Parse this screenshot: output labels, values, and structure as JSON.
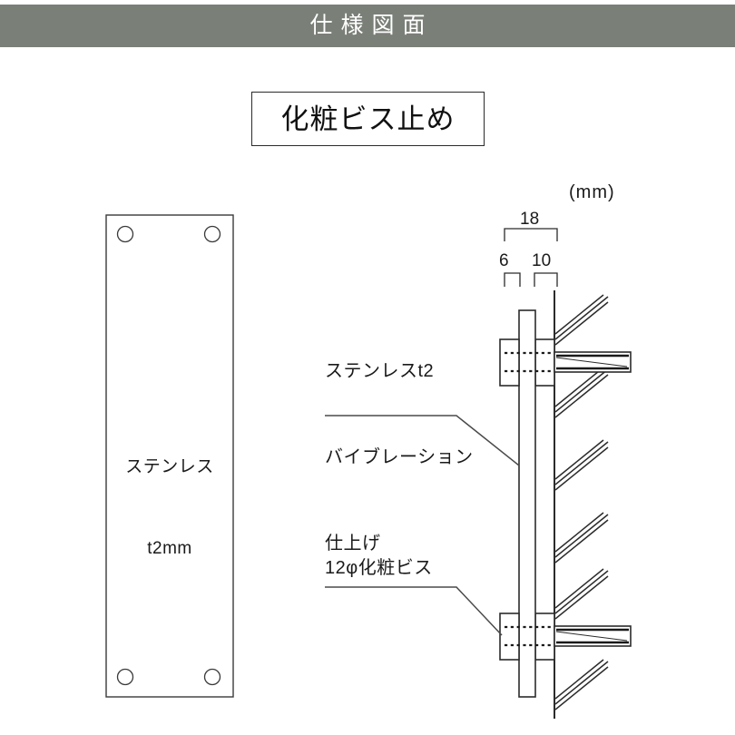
{
  "header": {
    "title": "仕様図面"
  },
  "title_box": {
    "label": "化粧ビス止め"
  },
  "drawing": {
    "unit_label": "(mm)",
    "dimensions": {
      "total": "18",
      "left_segment": "6",
      "right_segment": "10"
    },
    "front_view": {
      "material_line1": "ステンレス",
      "material_line2": "t2mm"
    },
    "side_view": {
      "finish_note_line1": "ステンレスt2",
      "finish_note_line2": "バイブレーション",
      "finish_note_line3": "仕上げ",
      "screw_note": "12φ化粧ビス"
    }
  },
  "colors": {
    "header_bg": "#7a7f77",
    "header_text": "#ffffff",
    "line": "#1a1a1a",
    "leader": "#4a4a4a",
    "page_bg": "#ffffff"
  }
}
